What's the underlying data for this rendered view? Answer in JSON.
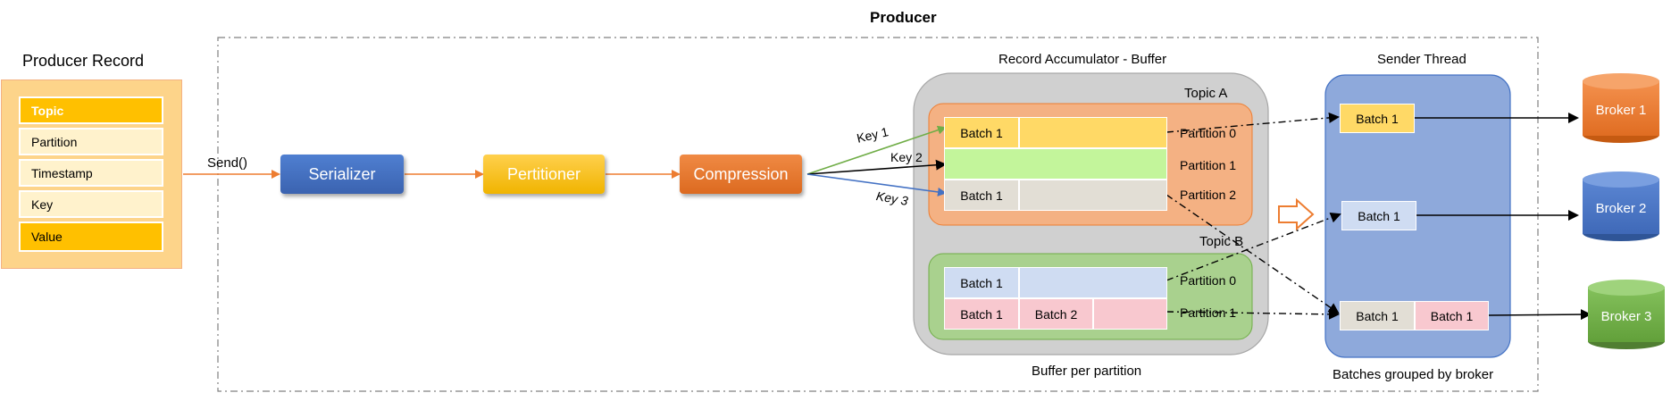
{
  "title": "Producer",
  "producer_record": {
    "title": "Producer Record",
    "fields": [
      "Topic",
      "Partition",
      "Timestamp",
      "Key",
      "Value"
    ]
  },
  "send_label": "Send()",
  "stages": {
    "serializer": "Serializer",
    "partitioner": "Pertitioner",
    "compression": "Compression"
  },
  "keys": [
    "Key 1",
    "Key 2",
    "Key 3"
  ],
  "accumulator": {
    "title": "Record Accumulator - Buffer",
    "footer": "Buffer per partition",
    "topic_a": {
      "label": "Topic A",
      "partitions": [
        "Partition 0",
        "Partition 1",
        "Partition 2"
      ],
      "batches": [
        "Batch 1",
        "Batch 1"
      ]
    },
    "topic_b": {
      "label": "Topic B",
      "partitions": [
        "Partition 0",
        "Partition 1"
      ],
      "batches": [
        "Batch 1",
        "Batch 1",
        "Batch 2"
      ]
    }
  },
  "sender": {
    "title": "Sender Thread",
    "footer": "Batches grouped by broker",
    "batches": [
      "Batch 1",
      "Batch 1",
      "Batch 1",
      "Batch 1"
    ]
  },
  "brokers": [
    "Broker 1",
    "Broker 2",
    "Broker 3"
  ],
  "colors": {
    "record_bg": "#fdd48a",
    "topic_value": "#ffc000",
    "serializer": "#4472c4",
    "partitioner": "#ffc000",
    "compression": "#ed7d31",
    "accumulator": "#d0d0d0",
    "topic_a": "#f4b183",
    "topic_b": "#a9d18e",
    "sender": "#8ea9db",
    "broker1": "#ed7d31",
    "broker2": "#4472c4",
    "broker3": "#70ad47"
  }
}
